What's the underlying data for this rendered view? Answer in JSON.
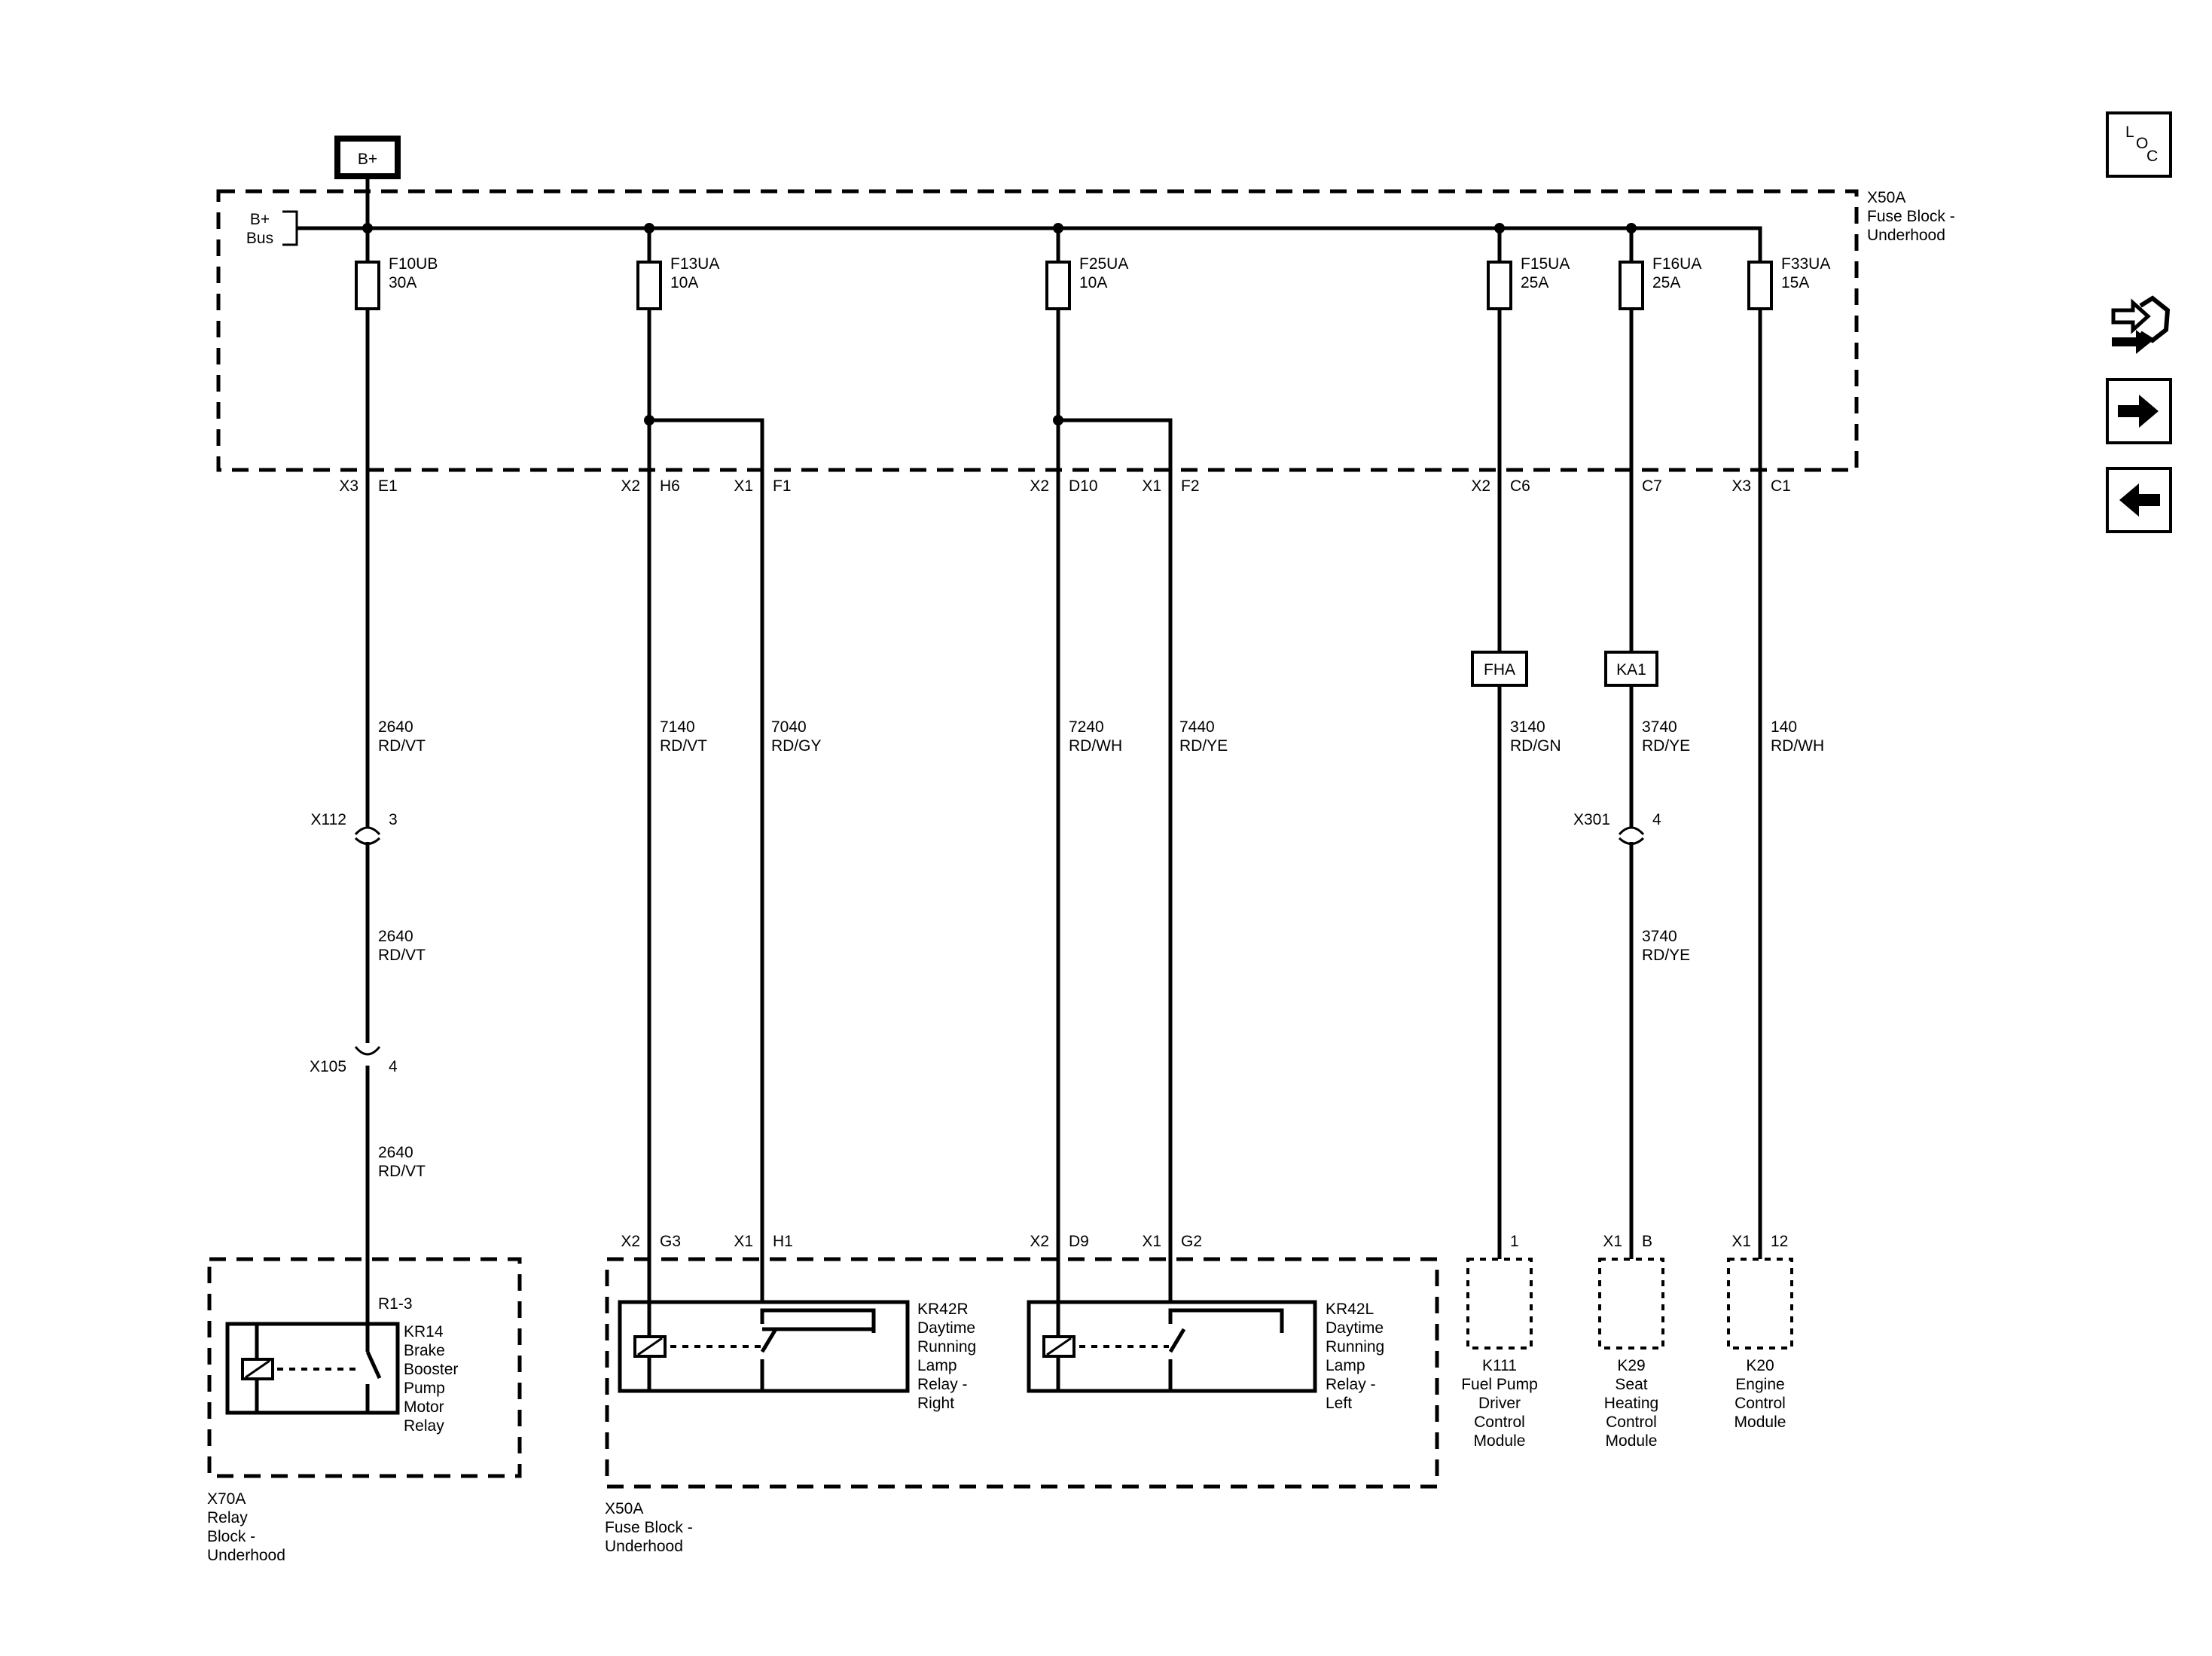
{
  "power": {
    "label": "B+",
    "bus_line1": "B+",
    "bus_line2": "Bus"
  },
  "fuse_block_top": {
    "line1": "X50A",
    "line2": "Fuse Block -",
    "line3": "Underhood"
  },
  "fuses": [
    {
      "name": "F10UB",
      "rating": "30A"
    },
    {
      "name": "F13UA",
      "rating": "10A"
    },
    {
      "name": "F25UA",
      "rating": "10A"
    },
    {
      "name": "F15UA",
      "rating": "25A"
    },
    {
      "name": "F16UA",
      "rating": "25A"
    },
    {
      "name": "F33UA",
      "rating": "15A"
    }
  ],
  "top_terminals": [
    {
      "conn": "X3",
      "pin": "E1"
    },
    {
      "conn": "X2",
      "pin": "H6"
    },
    {
      "conn": "X1",
      "pin": "F1"
    },
    {
      "conn": "X2",
      "pin": "D10"
    },
    {
      "conn": "X1",
      "pin": "F2"
    },
    {
      "conn": "X2",
      "pin": "C6"
    },
    {
      "conn": "",
      "pin": "C7"
    },
    {
      "conn": "X3",
      "pin": "C1"
    }
  ],
  "wires": [
    {
      "circuit": "2640",
      "color": "RD/VT"
    },
    {
      "circuit": "2640",
      "color": "RD/VT"
    },
    {
      "circuit": "2640",
      "color": "RD/VT"
    },
    {
      "circuit": "7140",
      "color": "RD/VT"
    },
    {
      "circuit": "7040",
      "color": "RD/GY"
    },
    {
      "circuit": "7240",
      "color": "RD/WH"
    },
    {
      "circuit": "7440",
      "color": "RD/YE"
    },
    {
      "circuit": "3140",
      "color": "RD/GN"
    },
    {
      "circuit": "3740",
      "color": "RD/YE"
    },
    {
      "circuit": "3740",
      "color": "RD/YE"
    },
    {
      "circuit": "140",
      "color": "RD/WH"
    }
  ],
  "inline_connectors": [
    {
      "name": "X112",
      "pin": "3"
    },
    {
      "name": "X105",
      "pin": "4"
    },
    {
      "name": "X301",
      "pin": "4"
    }
  ],
  "options": [
    "FHA",
    "KA1"
  ],
  "bottom_terminals": [
    {
      "conn": "X2",
      "pin": "G3"
    },
    {
      "conn": "X1",
      "pin": "H1"
    },
    {
      "conn": "X2",
      "pin": "D9"
    },
    {
      "conn": "X1",
      "pin": "G2"
    },
    {
      "conn": "",
      "pin": "1"
    },
    {
      "conn": "X1",
      "pin": "B"
    },
    {
      "conn": "X1",
      "pin": "12"
    }
  ],
  "relay_pin": "R1-3",
  "relays": [
    {
      "lines": [
        "KR14",
        "Brake",
        "Booster",
        "Pump",
        "Motor",
        "Relay"
      ]
    },
    {
      "lines": [
        "KR42R",
        "Daytime",
        "Running",
        "Lamp",
        "Relay -",
        "Right"
      ]
    },
    {
      "lines": [
        "KR42L",
        "Daytime",
        "Running",
        "Lamp",
        "Relay -",
        "Left"
      ]
    }
  ],
  "relay_block": {
    "lines": [
      "X70A",
      "Relay",
      "Block -",
      "Underhood"
    ]
  },
  "fuse_block_bottom": {
    "lines": [
      "X50A",
      "Fuse Block -",
      "Underhood"
    ]
  },
  "modules": [
    {
      "lines": [
        "K111",
        "Fuel Pump",
        "Driver",
        "Control",
        "Module"
      ]
    },
    {
      "lines": [
        "K29",
        "Seat",
        "Heating",
        "Control",
        "Module"
      ]
    },
    {
      "lines": [
        "K20",
        "Engine",
        "Control",
        "Module"
      ]
    }
  ],
  "nav": {
    "loc_l": "L",
    "loc_o": "O",
    "loc_c": "C",
    "icons": [
      "loc-icon",
      "connector-info-icon",
      "arrow-right-icon",
      "arrow-left-icon"
    ]
  }
}
